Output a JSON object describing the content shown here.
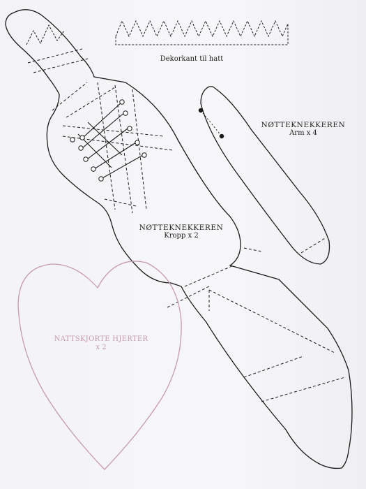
{
  "hat_trim": {
    "caption": "Dekorkant til hatt"
  },
  "arm": {
    "title": "NØTTEKNEKKEREN",
    "quantity": "Arm x 4"
  },
  "body": {
    "title": "NØTTEKNEKKEREN",
    "quantity": "Kropp x 2"
  },
  "heart": {
    "title": "NATTSKJORTE HJERTER",
    "quantity": "x 2",
    "outline_color": "#c79aab"
  },
  "colors": {
    "outline": "#1a1a1a",
    "dashed": "#222222"
  }
}
